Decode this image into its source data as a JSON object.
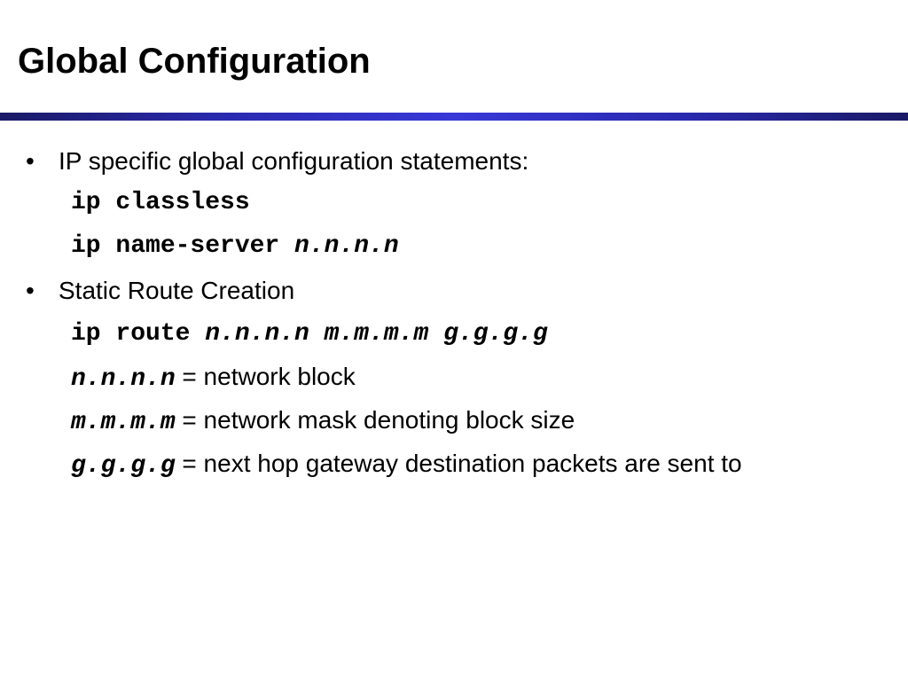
{
  "slide": {
    "title": "Global Configuration",
    "colors": {
      "rule_dark": "#1a1a66",
      "rule_mid": "#3838d8",
      "text": "#000000",
      "background": "#ffffff"
    },
    "bullet_symbol": "•",
    "bullets": [
      {
        "text": "IP specific global configuration statements:",
        "lines": [
          {
            "cmd": "ip classless",
            "arg": ""
          },
          {
            "cmd": "ip name-server ",
            "arg": "n.n.n.n"
          }
        ]
      },
      {
        "text": "Static Route Creation",
        "route_cmd": {
          "cmd": "ip route ",
          "arg": "n.n.n.n m.m.m.m g.g.g.g"
        },
        "definitions": [
          {
            "term": "n.n.n.n",
            "sep": " = ",
            "desc": "network block"
          },
          {
            "term": "m.m.m.m",
            "sep": " = ",
            "desc": "network mask denoting block size"
          },
          {
            "term": "g.g.g.g",
            "sep": " = ",
            "desc": "next hop gateway destination packets are sent to"
          }
        ]
      }
    ]
  }
}
